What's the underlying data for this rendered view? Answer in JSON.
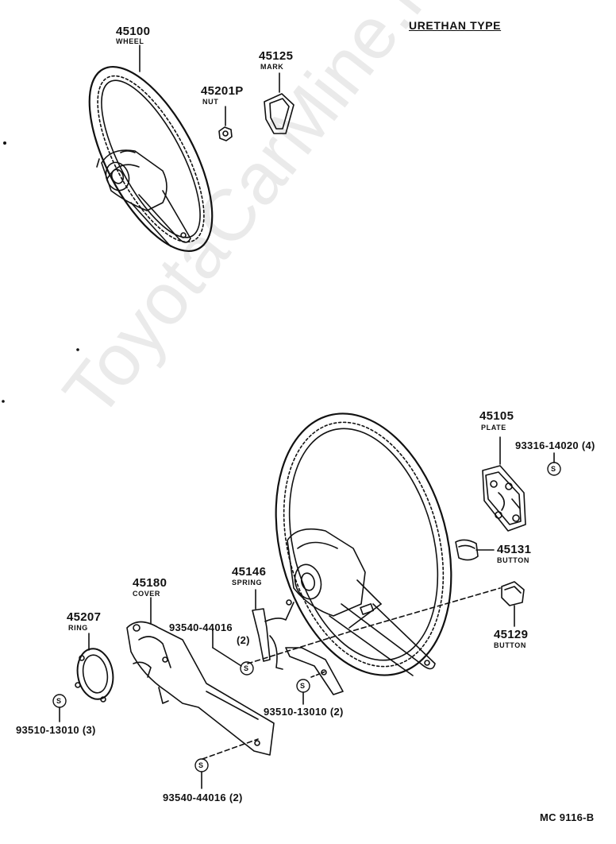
{
  "header": {
    "title": "URETHAN TYPE"
  },
  "parts": {
    "wheel": {
      "number": "45100",
      "name": "WHEEL"
    },
    "mark": {
      "number": "45125",
      "name": "MARK"
    },
    "nut": {
      "number": "45201P",
      "name": "NUT"
    },
    "plate": {
      "number": "45105",
      "name": "PLATE"
    },
    "screw_plate": {
      "number": "93316-14020",
      "qty": "(4)"
    },
    "button_a": {
      "number": "45131",
      "name": "BUTTON"
    },
    "button_b": {
      "number": "45129",
      "name": "BUTTON"
    },
    "spring": {
      "number": "45146",
      "name": "SPRING"
    },
    "cover": {
      "number": "45180",
      "name": "COVER"
    },
    "ring": {
      "number": "45207",
      "name": "RING"
    },
    "screw_spring": {
      "number": "93540-44016",
      "qty": "(2)"
    },
    "screw_mid": {
      "label": "93510-13010 (2)"
    },
    "screw_ring": {
      "label": "93510-13010 (3)"
    },
    "screw_cover": {
      "label": "93540-44016 (2)"
    }
  },
  "symbols": {
    "standard_part": "S"
  },
  "footer": {
    "code": "MC 9116-B"
  },
  "watermark": "ToyotaCarMine.ru"
}
